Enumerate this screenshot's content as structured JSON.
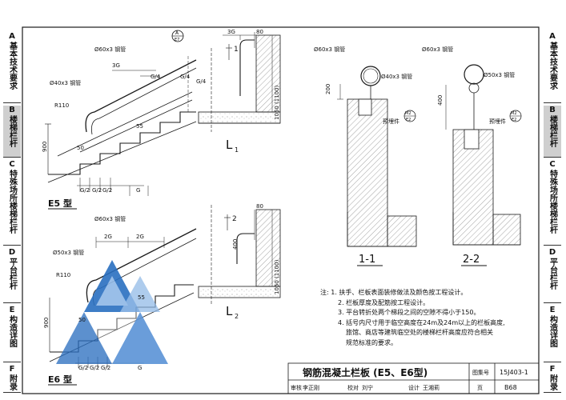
{
  "left_tabs": [
    {
      "letter": "A",
      "text": "基本技术要求"
    },
    {
      "letter": "B",
      "text": "楼梯栏杆"
    },
    {
      "letter": "C",
      "text": "特殊场所楼梯栏杆"
    },
    {
      "letter": "D",
      "text": "平台栏杆"
    },
    {
      "letter": "E",
      "text": "构造详图"
    },
    {
      "letter": "F",
      "text": "附录"
    }
  ],
  "right_tabs": [
    {
      "letter": "A",
      "text": "基本技术要求"
    },
    {
      "letter": "B",
      "text": "楼梯栏杆"
    },
    {
      "letter": "C",
      "text": "特殊场所楼梯栏杆"
    },
    {
      "letter": "D",
      "text": "平台栏杆"
    },
    {
      "letter": "E",
      "text": "构造详图"
    },
    {
      "letter": "F",
      "text": "附录"
    }
  ],
  "active_tab": "B",
  "labels": {
    "e5_type": "E5 型",
    "e6_type": "E6 型",
    "sec_1": "1-1",
    "sec_2": "2-2",
    "l1": "L",
    "l1_sub": "1",
    "l2": "L",
    "l2_sub": "2",
    "cut1": "1",
    "cut2": "2",
    "detail_a": "A",
    "detail_a_sub": "E7"
  },
  "e5_labels": {
    "rail_top": "Ø60x3 钢管",
    "rail_inner": "Ø40x3 钢管",
    "three_g": "3G",
    "g4a": "G/4",
    "g4b": "G/4",
    "g4c": "G/4",
    "r110": "R110",
    "h900": "900",
    "h50": "50",
    "w55": "55",
    "g2a": "G/2",
    "g2b": "G/2",
    "g2c": "G/2",
    "g": "G"
  },
  "e6_labels": {
    "rail_top": "Ø60x3 钢管",
    "rail_inner": "Ø50x3 钢管",
    "twog_a": "2G",
    "twog_b": "2G",
    "r110": "R110",
    "h900": "900",
    "h50": "50",
    "w55": "55",
    "g2a": "G/2",
    "g2b": "G/2",
    "g2c": "G/2",
    "g": "G"
  },
  "l_labels": {
    "three_g": "3G",
    "dim80a": "80",
    "h1050": "1050 (1100)",
    "h1050b": "1050 (1100)",
    "h400": "400",
    "dim80b": "80"
  },
  "sec1_labels": {
    "top": "Ø60x3 钢管",
    "inner": "Ø40x3 钢管",
    "h200": "200",
    "embed": "预埋件",
    "ref": "M2",
    "ref_sub": "E2"
  },
  "sec2_labels": {
    "top": "Ø60x3 钢管",
    "inner": "Ø50x3 钢管",
    "h400": "400",
    "embed": "预埋件",
    "ref": "M2",
    "ref_sub": "E2"
  },
  "notes": [
    "注: 1. 扶手、栏板表面装修做法及颜色按工程设计。",
    "2. 栏板厚度及配筋按工程设计。",
    "3. 平台转折处两个梯段之间的空隙不得小于150。",
    "4. 括号内尺寸用于临空高度在24m及24m以上的栏板高度,",
    "旅馆、商店等建筑临空处的楼梯栏杆高度应符合相关",
    "规范标准的要求。"
  ],
  "title_block": {
    "title": "钢筋混凝土栏板 (E5、E6型)",
    "atlas_label": "图集号",
    "atlas_no": "15J403-1",
    "page_label": "页",
    "page_no": "B68",
    "review_label": "审核",
    "reviewer": "李正刚",
    "check_label": "校对",
    "checker": "刘宁",
    "design_label": "设计",
    "designer": "王湘莉"
  },
  "colors": {
    "line": "#1a1a1a",
    "hatch": "#555555",
    "tab_active": "#cfcfcf",
    "watermark_blue": "#2a6fc0",
    "watermark_light": "#8fb8e6"
  }
}
